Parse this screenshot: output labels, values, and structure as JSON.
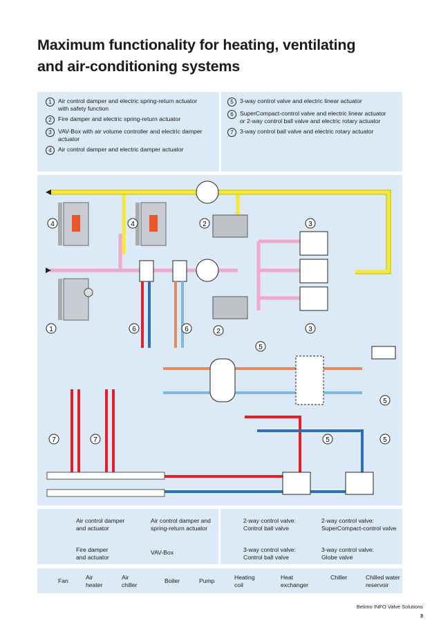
{
  "title_line1": "Maximum functionality for heating, ventilating",
  "title_line2": "and air-conditioning systems",
  "legend_left": [
    {
      "num": "1",
      "text1": "Air control damper and electric spring-return actuator",
      "text2": "with safety function"
    },
    {
      "num": "2",
      "text1": "Fire damper and electric spring-return actuator",
      "text2": ""
    },
    {
      "num": "3",
      "text1": "VAV-Box with air volume controller and electric damper",
      "text2": "actuator"
    },
    {
      "num": "4",
      "text1": "Air control damper and electric damper actuator",
      "text2": ""
    }
  ],
  "legend_right": [
    {
      "num": "5",
      "text1": "3-way control valve and electric linear actuator",
      "text2": ""
    },
    {
      "num": "6",
      "text1": "SuperCompact-control valve and electric linear actuator",
      "text2": "or 2-way control ball valve and electric rotary actuator"
    },
    {
      "num": "7",
      "text1": "3-way control ball valve and electric rotary actuator",
      "text2": ""
    }
  ],
  "diagram_markers": [
    "4",
    "4",
    "2",
    "3",
    "1",
    "6",
    "6",
    "2",
    "3",
    "5",
    "5",
    "7",
    "7",
    "5",
    "5"
  ],
  "symbol_legend": {
    "damper_actuator": "Air control damper\nand actuator",
    "damper_spring": "Air control damper and\nspring-return actuator",
    "fire_damper": "Fire damper\nand actuator",
    "vav_box": "VAV-Box",
    "twoway_ball": "2-way control valve:\nControl ball valve",
    "twoway_supercompact": "2-way control valve:\nSuperCompact-control valve",
    "threeway_ball": "3-way control valve:\nControl ball valve",
    "threeway_globe": "3-way control valve:\nGlobe valve"
  },
  "bottom_legend": {
    "fan": "Fan",
    "air_heater": "Air\nheater",
    "air_chiller": "Air\nchiller",
    "boiler": "Boiler",
    "pump": "Pump",
    "heating_coil": "Heating\ncoil",
    "heat_exchanger": "Heat\nexchanger",
    "chiller": "Chiller",
    "chilled_water": "Chilled water\nreservoir"
  },
  "footer": "Belimo INFO Valve Solutions",
  "page_number": "3",
  "colors": {
    "box_bg": "#dce9f6",
    "supply_air": "#f6e838",
    "return_air": "#f0a8c8",
    "hot_water": "#e0212b",
    "cold_water": "#2e6fb5",
    "warm_water": "#e58a5a",
    "cool_water": "#7fb8e0",
    "actuator": "#e8562a"
  }
}
